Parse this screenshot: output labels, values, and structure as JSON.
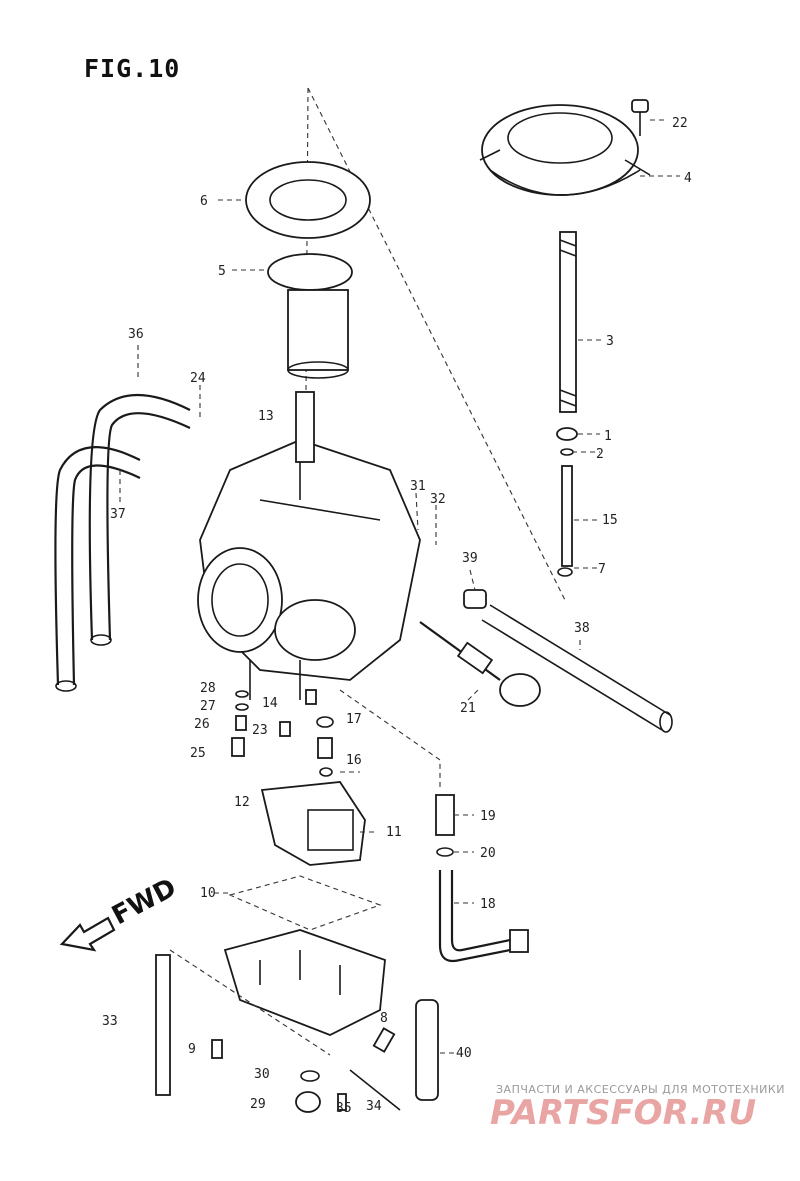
{
  "figure": {
    "title": "FIG.10"
  },
  "direction": {
    "label": "FWD"
  },
  "watermark": {
    "tagline": "ЗАПЧАСТИ И АКСЕССУАРЫ ДЛЯ МОТОТЕХНИКИ",
    "logo_text": "PARTSFOR.RU"
  },
  "callouts": [
    "22",
    "4",
    "6",
    "5",
    "3",
    "1",
    "2",
    "15",
    "7",
    "13",
    "36",
    "24",
    "37",
    "31",
    "32",
    "39",
    "38",
    "21",
    "28",
    "27",
    "26",
    "25",
    "14",
    "23",
    "17",
    "16",
    "19",
    "20",
    "12",
    "11",
    "10",
    "18",
    "33",
    "9",
    "8",
    "40",
    "30",
    "29",
    "35",
    "34"
  ]
}
